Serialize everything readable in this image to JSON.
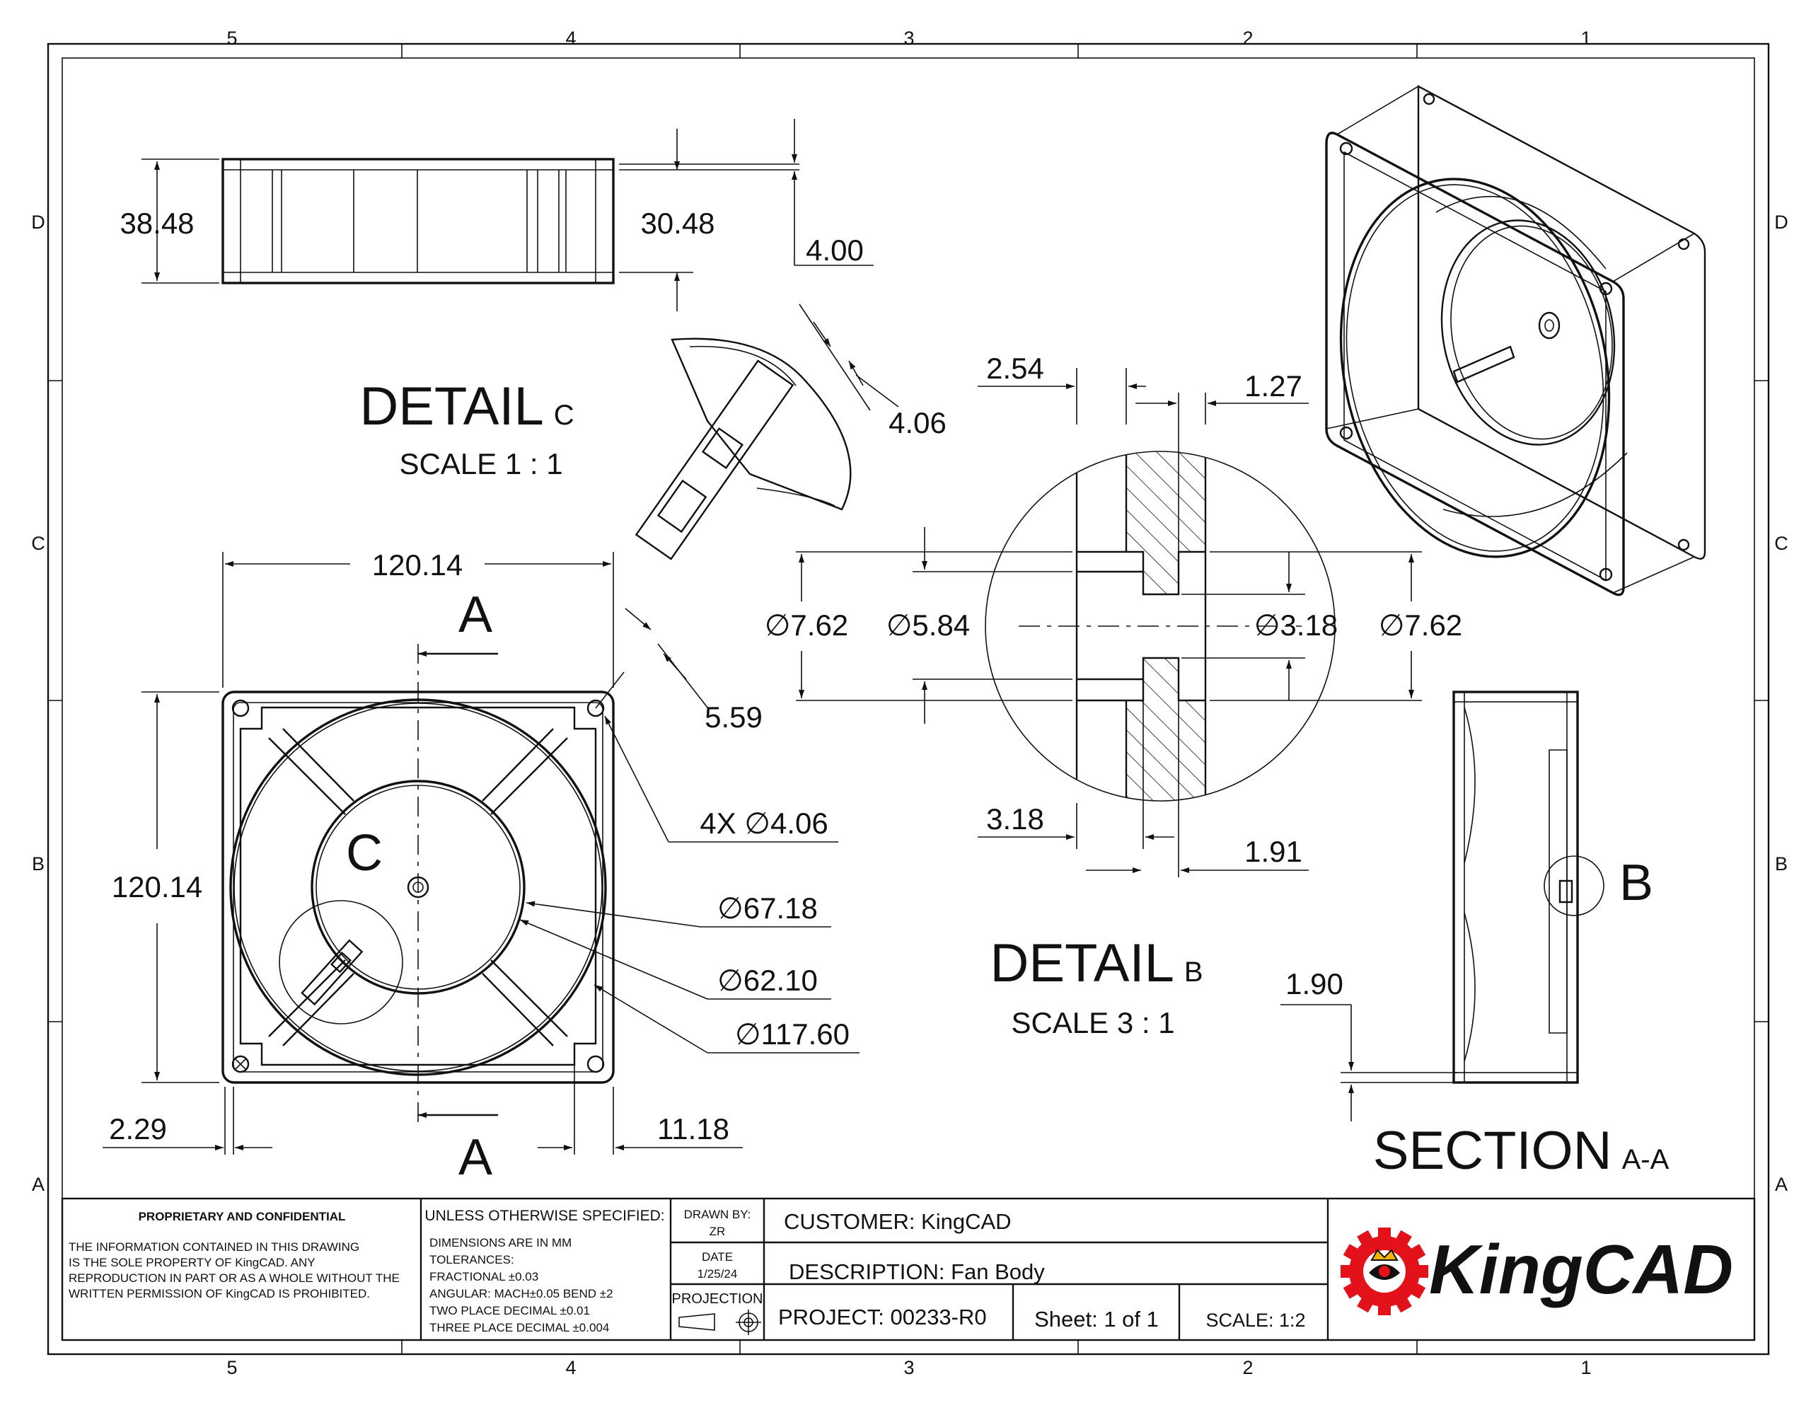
{
  "zones": {
    "columns": [
      "5",
      "4",
      "3",
      "2",
      "1"
    ],
    "rows": [
      "D",
      "C",
      "B",
      "A"
    ]
  },
  "views": {
    "top": {
      "height": "38.48",
      "inner_height": "30.48",
      "offset": "4.00"
    },
    "detail_c": {
      "title": "DETAIL",
      "letter": "C",
      "scale": "SCALE 1 : 1",
      "slot": "4.06"
    },
    "front": {
      "width": "120.14",
      "height": "120.14",
      "hole_offset": "5.59",
      "hole_callout": "4X  ∅4.06",
      "dia1": "∅67.18",
      "dia2": "∅62.10",
      "dia3": "∅117.60",
      "margin_left": "2.29",
      "margin_right": "11.18",
      "section_label": "A",
      "detail_label": "C"
    },
    "detail_b": {
      "title": "DETAIL",
      "letter": "B",
      "scale": "SCALE 3 : 1",
      "d1": "2.54",
      "d2": "1.27",
      "d3": "∅7.62",
      "d4": "∅5.84",
      "d5": "∅3.18",
      "d6": "∅7.62",
      "d7": "3.18",
      "d8": "1.91"
    },
    "section": {
      "title": "SECTION",
      "letters": "A-A",
      "wall": "1.90",
      "detail_label": "B"
    }
  },
  "title_block": {
    "confidential_heading": "PROPRIETARY AND CONFIDENTIAL",
    "confidential_text": [
      "THE INFORMATION CONTAINED IN THIS DRAWING",
      "IS THE SOLE PROPERTY OF KingCAD.  ANY",
      "REPRODUCTION IN PART OR AS A WHOLE WITHOUT THE",
      "WRITTEN PERMISSION OF KingCAD IS PROHIBITED."
    ],
    "unless": "UNLESS OTHERWISE SPECIFIED:",
    "tolerances": [
      "DIMENSIONS ARE IN MM",
      "TOLERANCES:",
      "FRACTIONAL  ±0.03",
      "ANGULAR: MACH±0.05    BEND  ±2",
      "TWO PLACE DECIMAL     ±0.01",
      "THREE PLACE DECIMAL   ±0.004"
    ],
    "drawn_by_label": "DRAWN BY:",
    "drawn_by": "ZR",
    "date_label": "DATE",
    "date": "1/25/24",
    "projection_label": "PROJECTION",
    "customer": "CUSTOMER:  KingCAD",
    "description": "DESCRIPTION: Fan Body",
    "project": "PROJECT:  00233-R0",
    "sheet": "Sheet: 1 of 1",
    "scale": "SCALE: 1:2",
    "logo_text": "KingCAD",
    "logo_color": "#e3111a"
  }
}
